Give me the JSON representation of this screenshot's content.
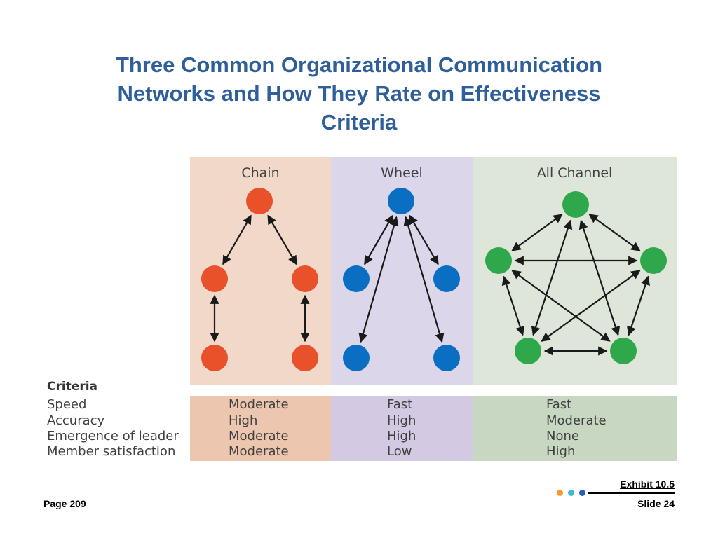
{
  "title": {
    "line1": "Three Common Organizational Communication",
    "line2": "Networks and How They Rate on Effectiveness",
    "line3": "Criteria"
  },
  "networks": [
    {
      "name": "Chain",
      "color": "#e8512a",
      "bg": "#f1d8c9",
      "row_bg": "#ecc6ae"
    },
    {
      "name": "Wheel",
      "color": "#0a6fc2",
      "bg": "#dcd6ea",
      "row_bg": "#d3c9e3"
    },
    {
      "name": "All Channel",
      "color": "#2ea84a",
      "bg": "#dde6d9",
      "row_bg": "#c8d7c2"
    }
  ],
  "criteria": {
    "heading": "Criteria",
    "labels": [
      "Speed",
      "Accuracy",
      "Emergence of leader",
      "Member satisfaction"
    ],
    "values": [
      [
        "Moderate",
        "High",
        "Moderate",
        "Moderate"
      ],
      [
        "Fast",
        "High",
        "High",
        "Low"
      ],
      [
        "Fast",
        "Moderate",
        "None",
        "High"
      ]
    ]
  },
  "footer": {
    "exhibit": "Exhibit 10.5",
    "page": "Page 209",
    "slide": "Slide 24",
    "dot_colors": [
      "#f39a2e",
      "#3fb7d8",
      "#2a5fb8"
    ]
  },
  "style": {
    "title_color": "#2f5f9a",
    "arrow_color": "#1a1a1a"
  }
}
